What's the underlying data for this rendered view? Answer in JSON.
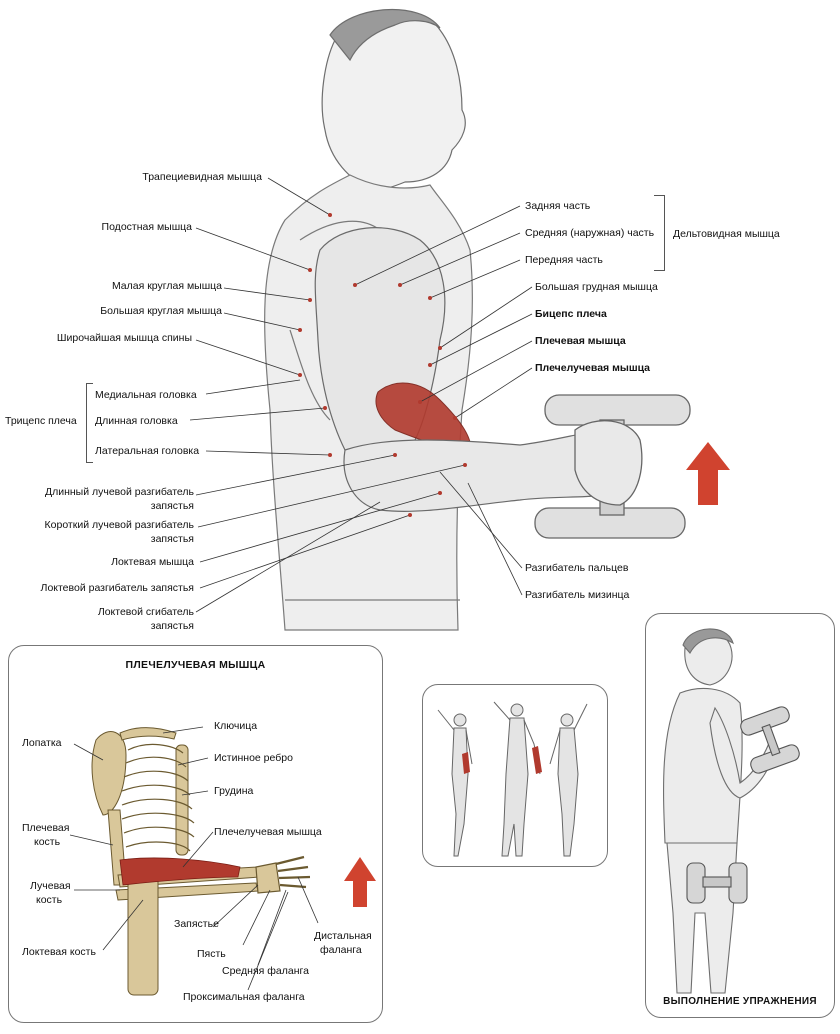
{
  "main": {
    "left_labels": [
      "Трапециевидная мышца",
      "Подостная мышца",
      "Малая круглая мышца",
      "Большая круглая мышца",
      "Широчайшая мышца спины",
      "Медиальная головка",
      "Длинная головка",
      "Латеральная головка",
      "Длинный лучевой разгибатель",
      "запястья",
      "Короткий лучевой разгибатель",
      "запястья",
      "Локтевая мышца",
      "Локтевой разгибатель запястья",
      "Локтевой сгибатель",
      "запястья"
    ],
    "triceps_group": "Трицепс плеча",
    "deltoid_parts": [
      "Задняя часть",
      "Средняя (наружная) часть",
      "Передняя часть"
    ],
    "deltoid_group": "Дельтовидная мышца",
    "right_labels": [
      "Большая грудная мышца",
      "Бицепс плеча",
      "Плечевая мышца",
      "Плечелучевая мышца",
      "Разгибатель пальцев",
      "Разгибатель мизинца"
    ]
  },
  "panel_anatomy": {
    "title": "ПЛЕЧЕЛУЧЕВАЯ МЫШЦА",
    "labels": [
      "Ключица",
      "Лопатка",
      "Истинное ребро",
      "Грудина",
      "Плечевая",
      "кость",
      "Плечелучевая мышца",
      "Лучевая",
      "кость",
      "Запястье",
      "Дистальная",
      "фаланга",
      "Локтевая кость",
      "Пясть",
      "Средняя фаланга",
      "Проксимальная фаланга"
    ]
  },
  "panel_exercise": {
    "caption": "ВЫПОЛНЕНИЕ УПРАЖНЕНИЯ"
  },
  "colors": {
    "muscle_highlight": "#b13a2e",
    "arrow": "#d0432f",
    "sketch": "#8a8a8a",
    "bone": "#d9c79a"
  }
}
